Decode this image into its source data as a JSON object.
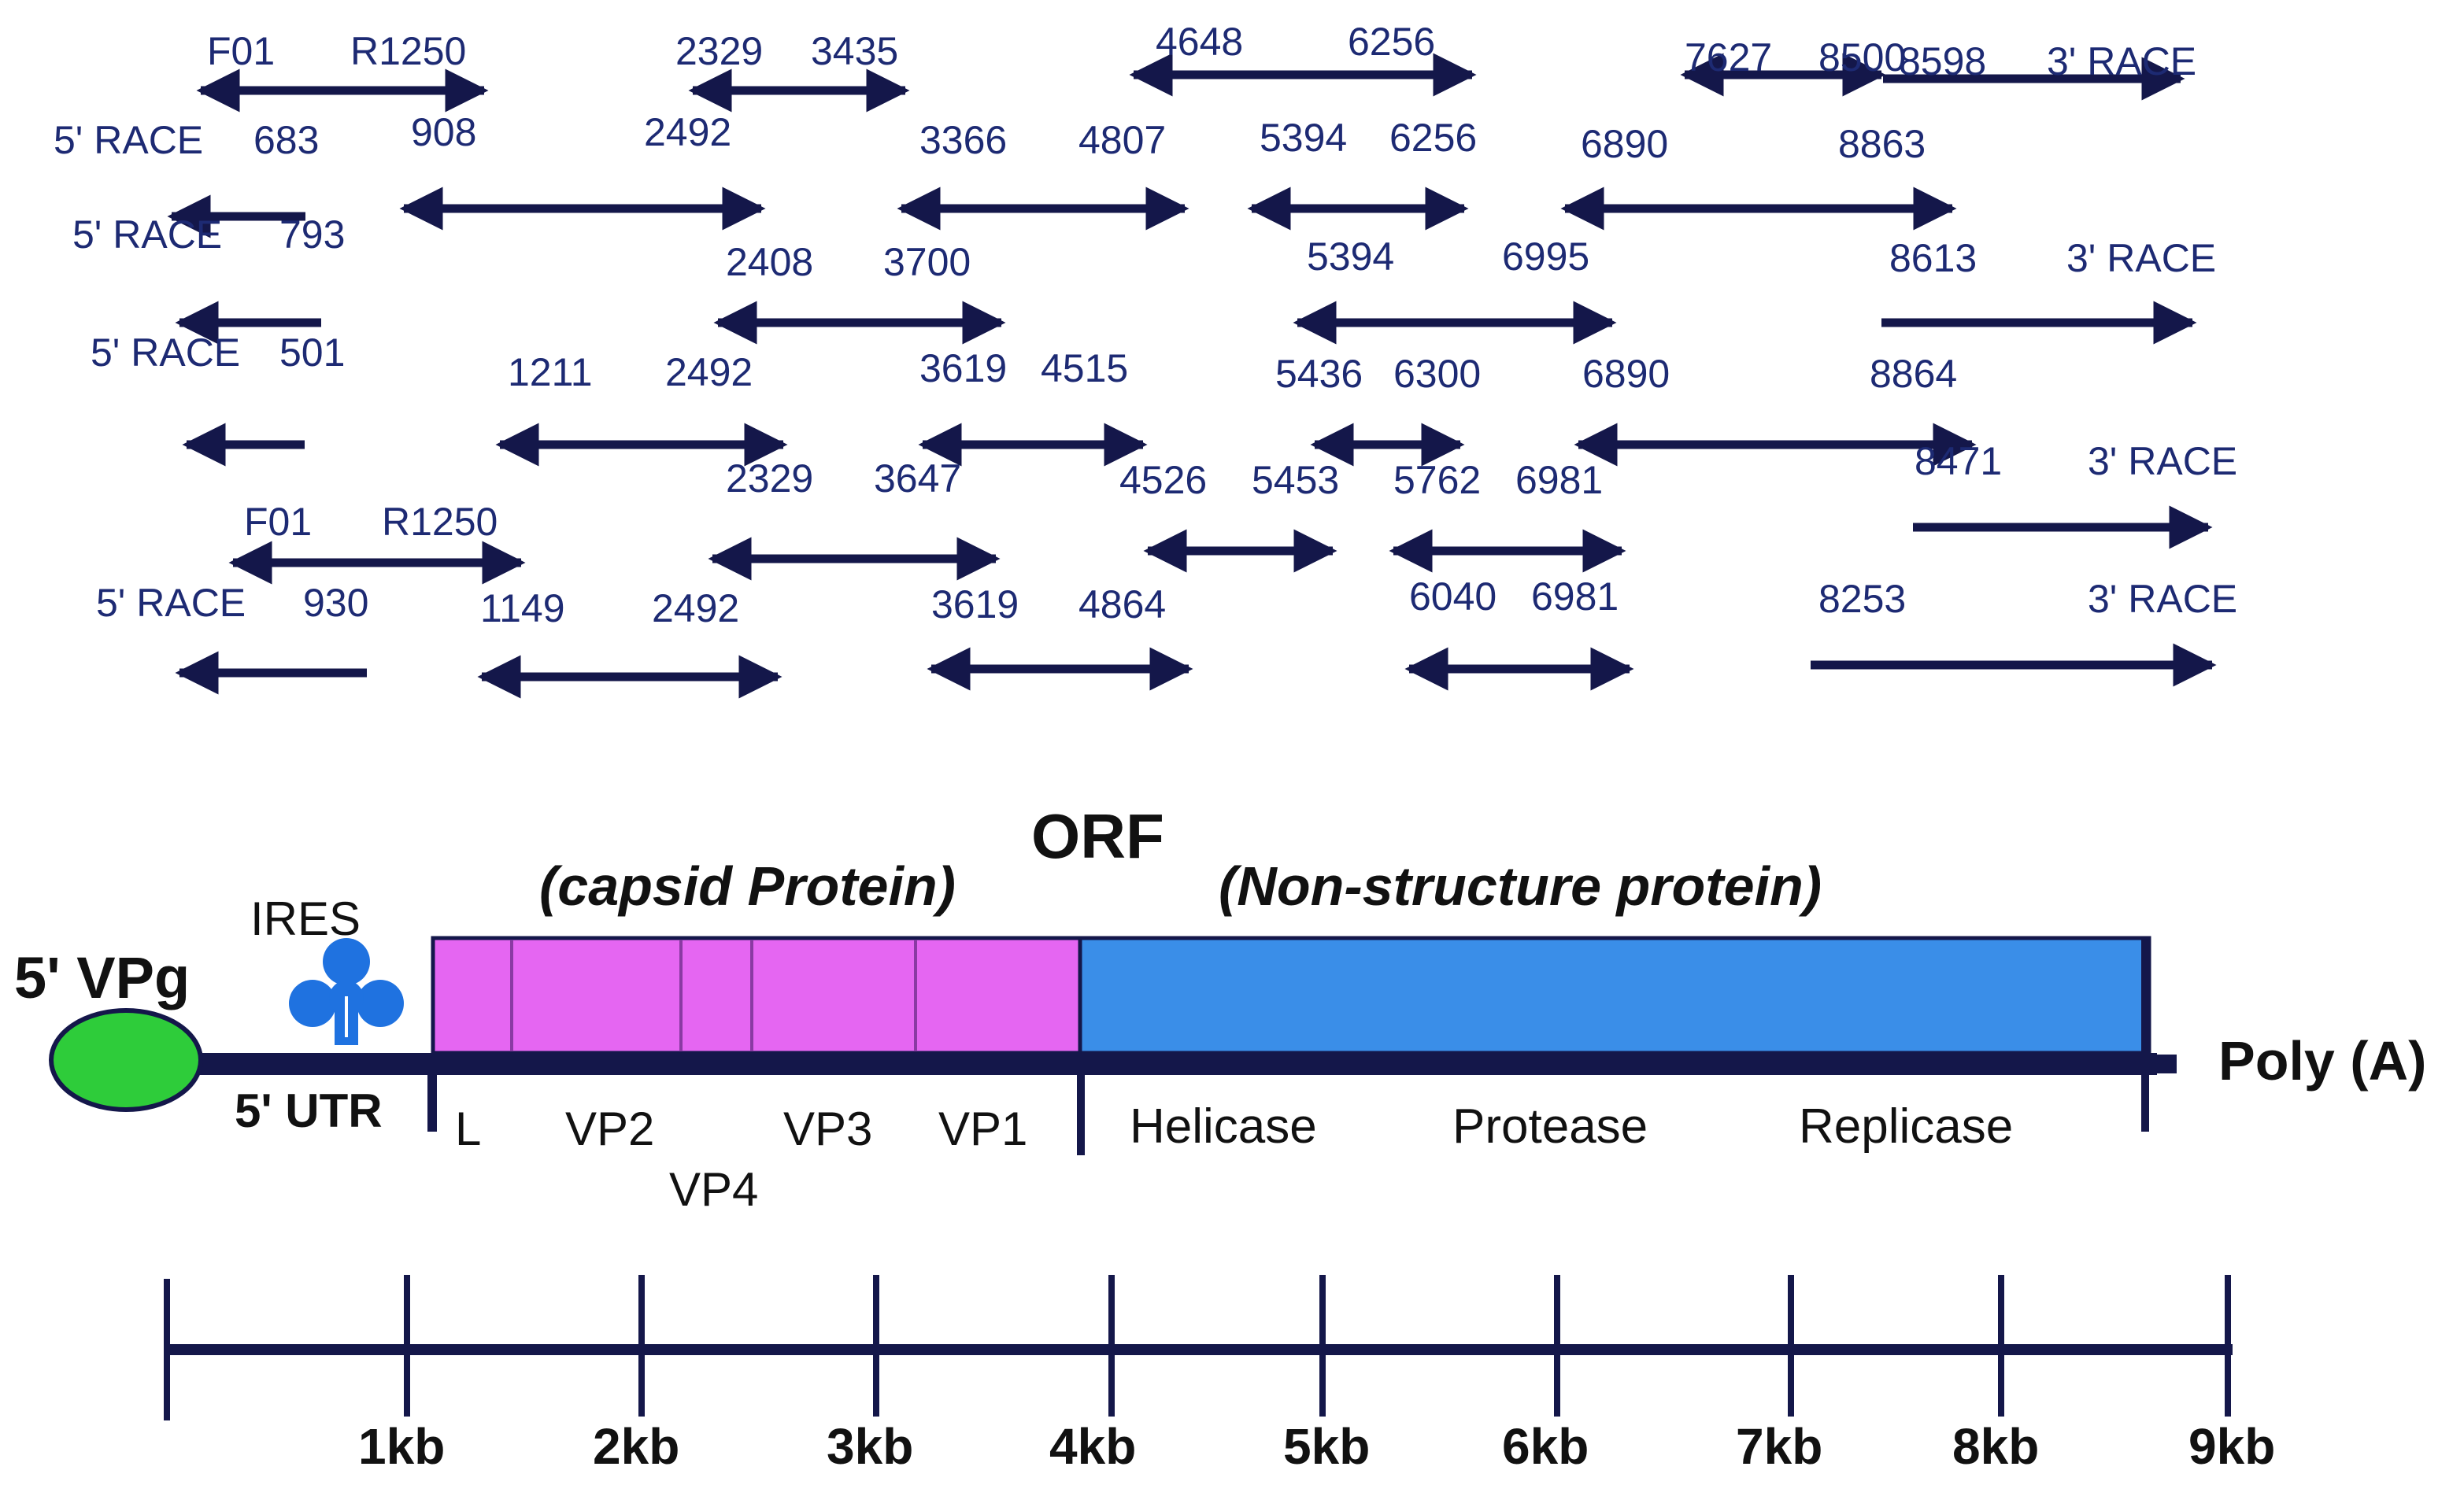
{
  "colors": {
    "arrow": "#14174a",
    "label": "#1d2a73",
    "capsid": "#e566f2",
    "capsid_border": "#8a3aa3",
    "nonstructural": "#3a8ee8",
    "nonstructural_border": "#1e3e80",
    "vpg": "#2ecc3a",
    "ires": "#1f72e0",
    "genome_line": "#14174a",
    "scale": "#14174a"
  },
  "amplicons": [
    {
      "row": 1,
      "left": "F01",
      "right": "R1250",
      "direction": "both"
    },
    {
      "row": 1,
      "left": "2329",
      "right": "3435",
      "direction": "both"
    },
    {
      "row": 1,
      "left": "4648",
      "right": "6256",
      "direction": "both"
    },
    {
      "row": 1,
      "left": "7627",
      "right": "8500",
      "direction": "both"
    },
    {
      "row": 1,
      "left": "8598",
      "right": "3' RACE",
      "direction": "right"
    },
    {
      "row": 2,
      "left": "5' RACE",
      "right": "683",
      "direction": "left"
    },
    {
      "row": 2,
      "left": "908",
      "right": "2492",
      "direction": "both"
    },
    {
      "row": 2,
      "left": "3366",
      "right": "4807",
      "direction": "both"
    },
    {
      "row": 2,
      "left": "5394",
      "right": "6256",
      "direction": "both"
    },
    {
      "row": 2,
      "left": "6890",
      "right": "8863",
      "direction": "both"
    },
    {
      "row": 3,
      "left": "5' RACE",
      "right": "793",
      "direction": "left"
    },
    {
      "row": 3,
      "left": "2408",
      "right": "3700",
      "direction": "both"
    },
    {
      "row": 3,
      "left": "5394",
      "right": "6995",
      "direction": "both"
    },
    {
      "row": 3,
      "left": "8613",
      "right": "3' RACE",
      "direction": "right"
    },
    {
      "row": 4,
      "left": "5' RACE",
      "right": "501",
      "direction": "left"
    },
    {
      "row": 4,
      "left": "1211",
      "right": "2492",
      "direction": "both"
    },
    {
      "row": 4,
      "left": "3619",
      "right": "4515",
      "direction": "both"
    },
    {
      "row": 4,
      "left": "5436",
      "right": "6300",
      "direction": "both"
    },
    {
      "row": 4,
      "left": "6890",
      "right": "8864",
      "direction": "both"
    },
    {
      "row": 5,
      "left": "F01",
      "right": "R1250",
      "direction": "both"
    },
    {
      "row": 5,
      "left": "2329",
      "right": "3647",
      "direction": "both"
    },
    {
      "row": 5,
      "left": "4526",
      "right": "5453",
      "direction": "both"
    },
    {
      "row": 5,
      "left": "5762",
      "right": "6981",
      "direction": "both"
    },
    {
      "row": 5,
      "left": "8471",
      "right": "3' RACE",
      "direction": "right"
    },
    {
      "row": 6,
      "left": "5' RACE",
      "right": "930",
      "direction": "left"
    },
    {
      "row": 6,
      "left": "1149",
      "right": "2492",
      "direction": "both"
    },
    {
      "row": 6,
      "left": "3619",
      "right": "4864",
      "direction": "both"
    },
    {
      "row": 6,
      "left": "6040",
      "right": "6981",
      "direction": "both"
    },
    {
      "row": 6,
      "left": "8253",
      "right": "3' RACE",
      "direction": "right"
    }
  ],
  "genome": {
    "vpg_label": "5' VPg",
    "ires_label": "IRES",
    "utr_label": "5' UTR",
    "orf_label": "ORF",
    "capsid_label": "(capsid Protein)",
    "nonstructural_label": "(Non-structure protein)",
    "polya_label": "Poly (A)",
    "capsid_genes": [
      "L",
      "VP2",
      "VP4",
      "VP3",
      "VP1"
    ],
    "nonstructural_genes": [
      "Helicase",
      "Protease",
      "Replicase"
    ]
  },
  "scale": {
    "ticks": [
      "1kb",
      "2kb",
      "3kb",
      "4kb",
      "5kb",
      "6kb",
      "7kb",
      "8kb",
      "9kb"
    ]
  }
}
